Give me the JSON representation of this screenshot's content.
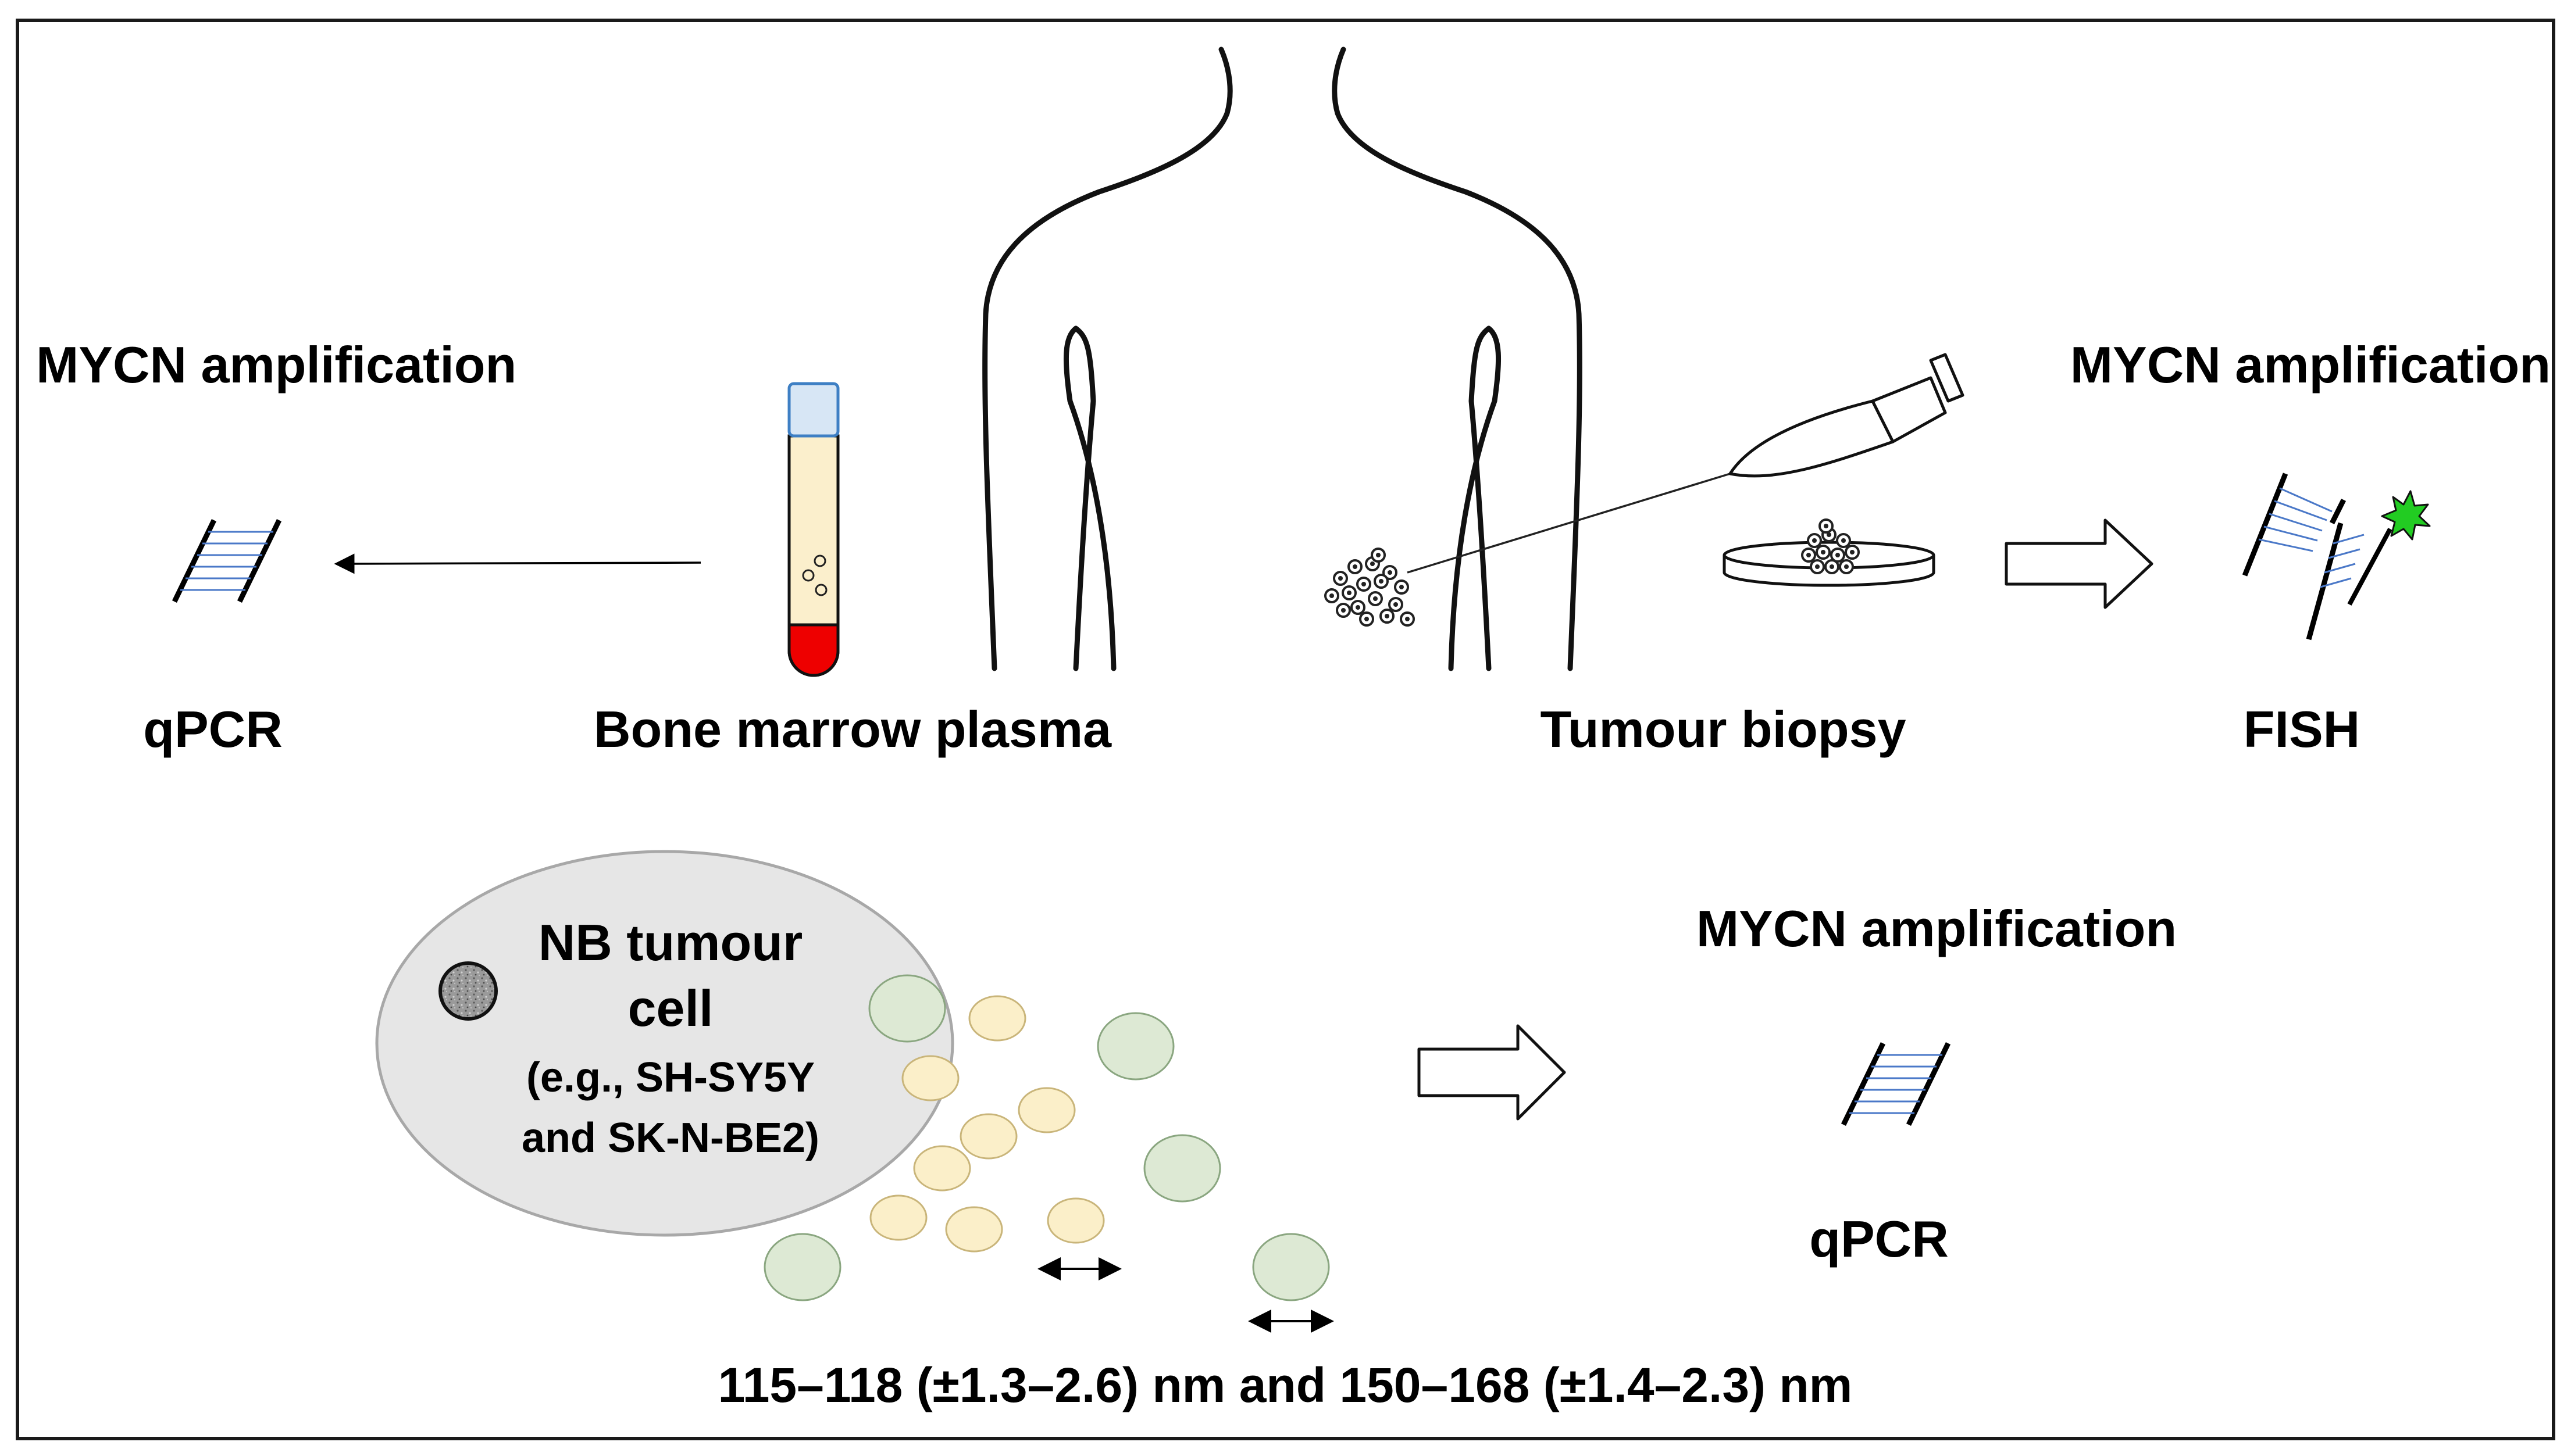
{
  "labels": {
    "mycn_left": "MYCN amplification",
    "qpcr_left": "qPCR",
    "bone_marrow": "Bone marrow plasma",
    "tumour_biopsy": "Tumour biopsy",
    "mycn_right": "MYCN amplification",
    "fish": "FISH",
    "nb_line1": "NB tumour",
    "nb_line2": "cell",
    "nb_line3": "(e.g., SH-SY5Y",
    "nb_line4": "and SK-N-BE2)",
    "mycn_bottom": "MYCN amplification",
    "qpcr_bottom": "qPCR",
    "size_text": "115–118 (±1.3–2.6) nm and 150–168 (±1.4–2.3) nm"
  },
  "colors": {
    "frame": "#1a1a1a",
    "outline": "#111111",
    "dna_strand": "#000000",
    "dna_rung": "#4a78c8",
    "tube_cap": "#d7e6f5",
    "tube_cap_border": "#3e7fc4",
    "plasma": "#fbefcc",
    "blood": "#ee0000",
    "fish_probe": "#22cc22",
    "cell_bubble": "#e6e6e6",
    "cell_bubble_border": "#a8a8a8",
    "nucleus": "#9a9a9a",
    "vesicle_green": "#dde9d4",
    "vesicle_green_border": "#8aa680",
    "vesicle_yellow": "#fbefc9",
    "vesicle_yellow_border": "#c9b57a"
  }
}
